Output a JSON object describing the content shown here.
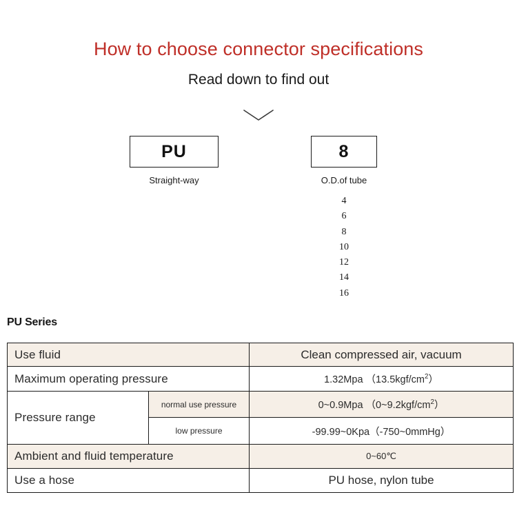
{
  "header": {
    "title": "How to choose connector specifications",
    "subtitle": "Read down to find out",
    "title_color": "#bf2f28",
    "chevron_icon": "chevron-down-icon"
  },
  "code_breakdown": {
    "boxes": [
      {
        "code": "PU",
        "caption": "Straight-way"
      },
      {
        "code": "8",
        "caption": "O.D.of tube"
      }
    ],
    "tube_sizes": [
      "4",
      "6",
      "8",
      "10",
      "12",
      "14",
      "16"
    ]
  },
  "spec_section": {
    "heading": "PU Series",
    "row_beige_color": "#f6efe7",
    "rows": [
      {
        "label": "Use fluid",
        "sublabel": null,
        "value": "Clean compressed air, vacuum",
        "highlight": true
      },
      {
        "label": "Maximum operating pressure",
        "sublabel": null,
        "value_prefix": "1.32Mpa",
        "value_paren": "13.5kgf/cm",
        "value_sup": "2",
        "highlight": false
      },
      {
        "label": "Pressure range",
        "sublabel": "normal use pressure",
        "value_prefix": "0~0.9Mpa",
        "value_paren": "0~9.2kgf/cm",
        "value_sup": "2",
        "highlight": true
      },
      {
        "label": null,
        "sublabel": "low pressure",
        "value": "-99.99~0Kpa（-750~0mmHg）",
        "highlight": false
      },
      {
        "label": "Ambient and fluid temperature",
        "sublabel": null,
        "value": "0~60℃",
        "highlight": true
      },
      {
        "label": "Use a hose",
        "sublabel": null,
        "value": "PU hose, nylon tube",
        "highlight": false
      }
    ]
  }
}
